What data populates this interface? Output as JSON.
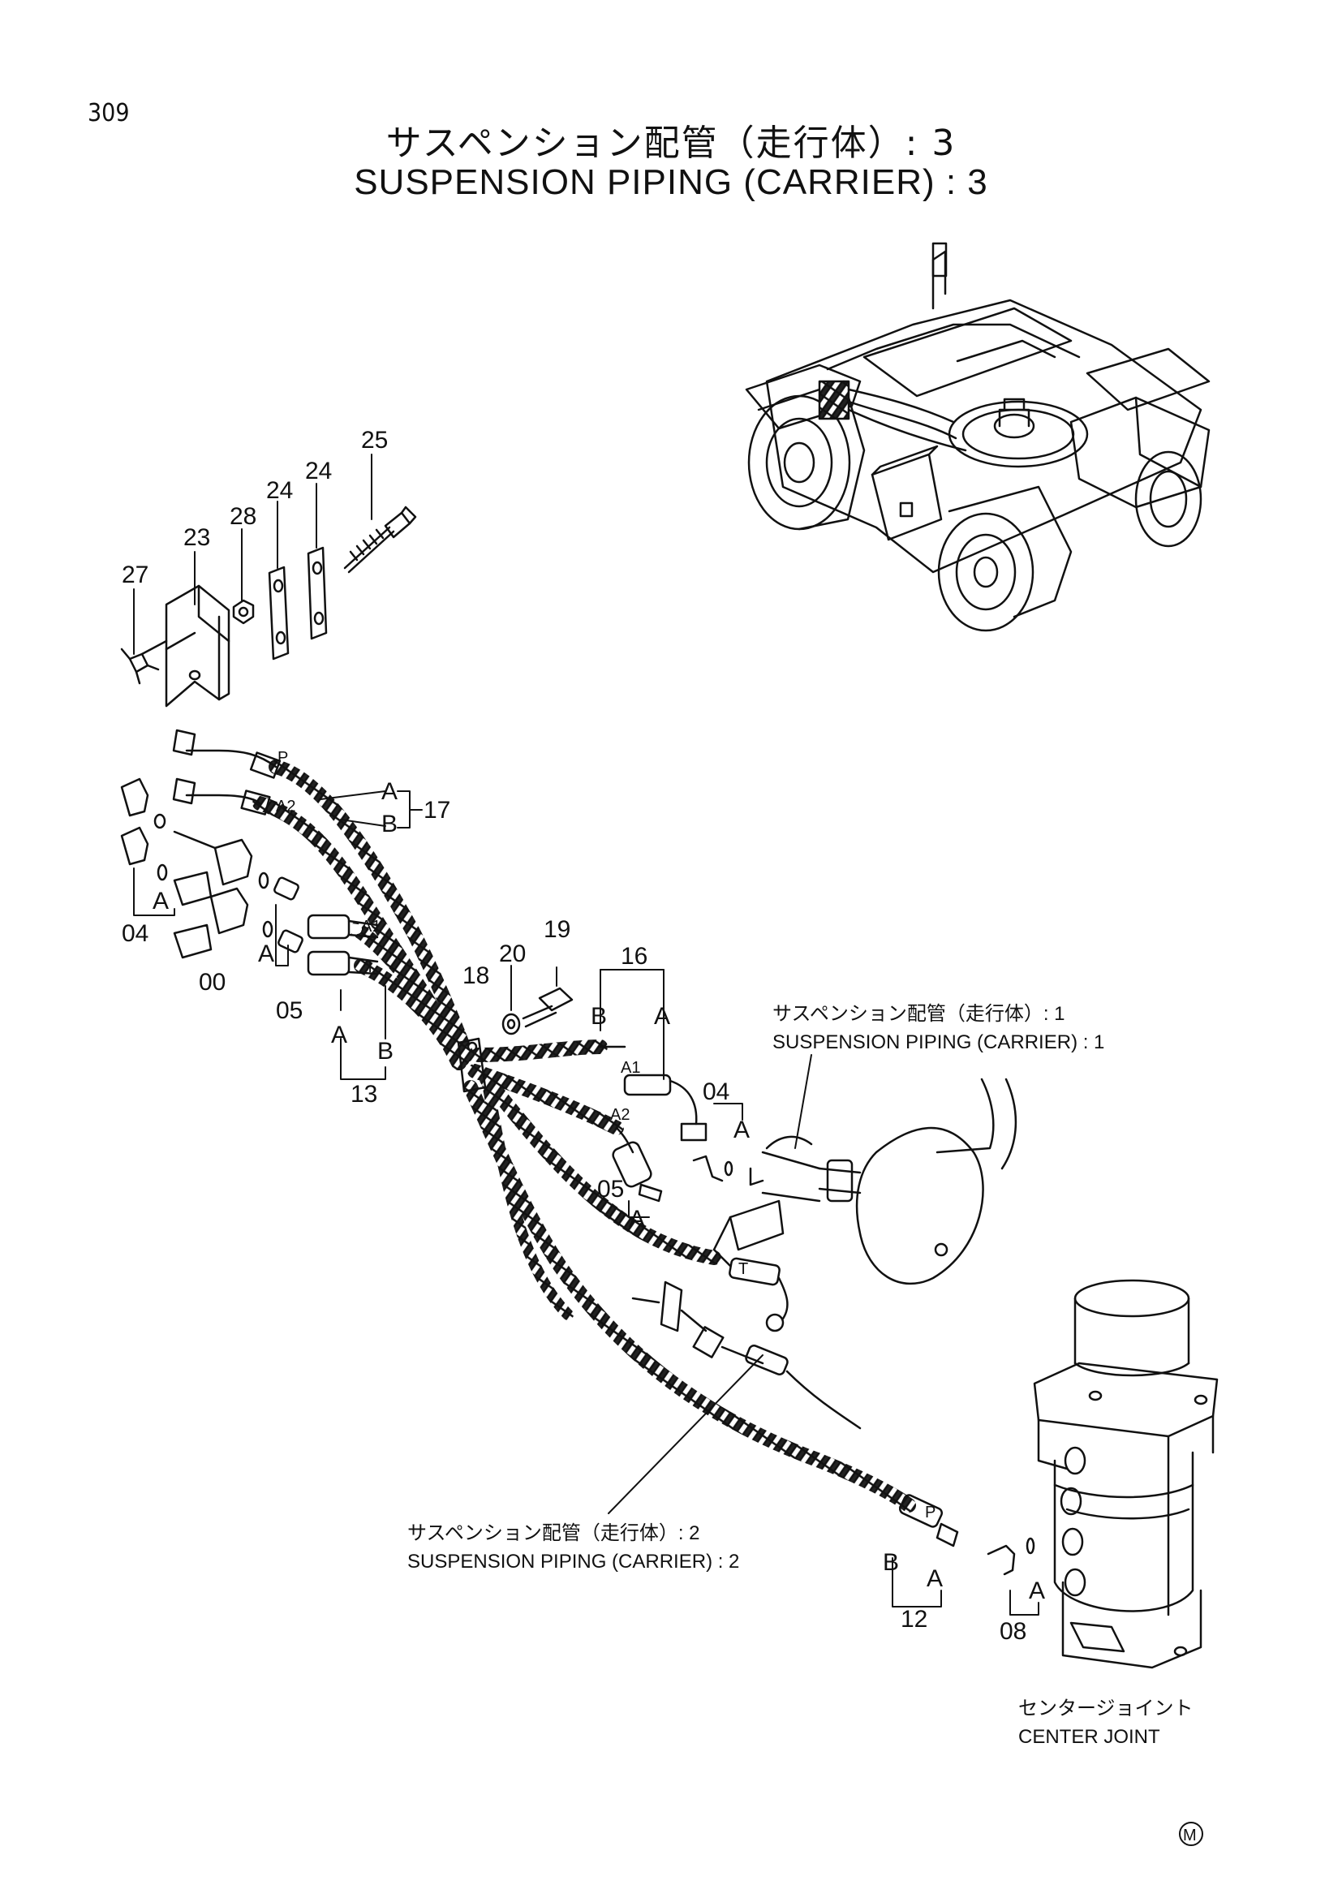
{
  "page_number": "309",
  "title": {
    "jp": "サスペンション配管（走行体）: 3",
    "en": "SUSPENSION PIPING (CARRIER) : 3"
  },
  "callouts": {
    "c25": "25",
    "c24a": "24",
    "c24b": "24",
    "c28": "28",
    "c23": "23",
    "c27": "27",
    "c17": "17",
    "c04a": "04",
    "c00": "00",
    "c05a": "05",
    "c13": "13",
    "c18": "18",
    "c20": "20",
    "c19": "19",
    "c16": "16",
    "c04b": "04",
    "c05b": "05",
    "c12": "12",
    "c08": "08"
  },
  "letters": {
    "l17a": "A",
    "l17b": "B",
    "l04": "A",
    "l05": "A",
    "l13a": "A",
    "l13b": "B",
    "l16b": "B",
    "l16a": "A",
    "l04b": "A",
    "l05b": "A",
    "l12b": "B",
    "l12a": "A",
    "l08": "A"
  },
  "port_marks": {
    "p1": "P",
    "a2": "A2",
    "a1": "A1",
    "t1": "T",
    "a1b": "A1",
    "a2b": "A2",
    "t2": "T",
    "p2": "P"
  },
  "notes": {
    "ref1_jp": "サスペンション配管（走行体）: 1",
    "ref1_en": "SUSPENSION PIPING (CARRIER) : 1",
    "ref2_jp": "サスペンション配管（走行体）: 2",
    "ref2_en": "SUSPENSION PIPING (CARRIER) : 2",
    "cj_jp": "センタージョイント",
    "cj_en": "CENTER JOINT"
  },
  "mark": "M"
}
